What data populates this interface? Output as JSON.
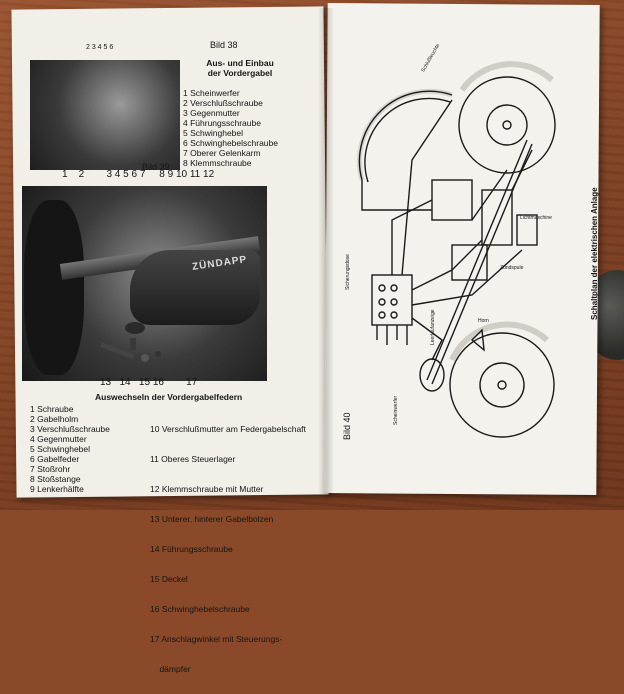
{
  "left_page": {
    "fig38": {
      "label": "Bild 38",
      "caption_line1": "Aus- und Einbau",
      "caption_line2": "der Vordergabel",
      "top_numbers": "2 3 4 5 6",
      "items": [
        "1 Scheinwerfer",
        "2 Verschlußschraube",
        "3 Gegenmutter",
        "4 Führungsschraube",
        "5 Schwinghebel",
        "6 Schwinghebelschraube",
        "7 Oberer Gelenkarm",
        "8 Klemmschraube"
      ]
    },
    "fig39": {
      "label": "Bild 39",
      "top_numbers": "1    2        3 4 5 6 7     8 9 10 11 12",
      "bottom_numbers": "13   14   15 16        17",
      "brand": "ZÜNDAPP",
      "caption": "Auswechseln der Vordergabelfedern",
      "items_col1": [
        "1 Schraube",
        "2 Gabelholm",
        "3 Verschlußschraube",
        "4 Gegenmutter",
        "5 Schwinghebel",
        "6 Gabelfeder",
        "7 Stoßrohr",
        "8 Stoßstange",
        "9 Lenkerhälfte"
      ],
      "items_col2": [
        "10 Verschlußmutter am Federgabelschaft",
        "11 Oberes Steuerlager",
        "12 Klemmschraube mit Mutter",
        "13 Unterer, hinterer Gabelbolzen",
        "14 Führungsschraube",
        "15 Deckel",
        "16 Schwinghebelschraube",
        "17 Anschlagwinkel mit Steuerungs-",
        "    dämpfer"
      ]
    }
  },
  "right_page": {
    "fig_label": "Bild 40",
    "title": "Schaltplan der elektrischen Anlage",
    "labels": [
      "Schlußleuchte",
      "Sicherungsdose",
      "Zündspule",
      "Lichtmaschine",
      "Horn",
      "Scheinwerfer",
      "Leerlaufanzeige"
    ]
  }
}
